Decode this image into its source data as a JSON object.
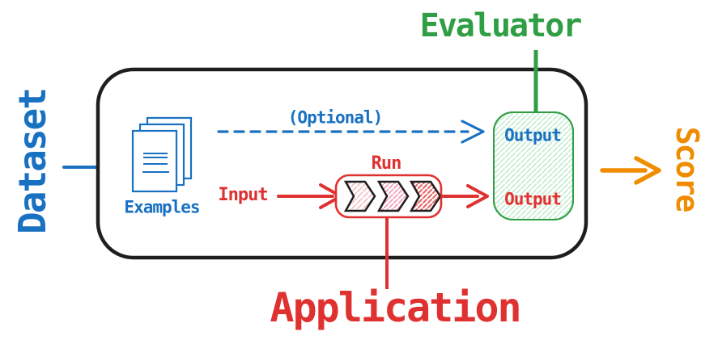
{
  "diagram": {
    "title_semantics": "evaluation-flow-diagram",
    "dataset_label": "Dataset",
    "evaluator_label": "Evaluator",
    "score_label": "Score",
    "application_label": "Application",
    "experiment_box": {
      "examples_label": "Examples",
      "optional_label": "(Optional)",
      "input_label": "Input",
      "run_label": "Run",
      "evaluator_box": {
        "reference_output_label": "Output",
        "run_output_label": "Output"
      }
    },
    "icons": {
      "examples": "stacked-documents-icon",
      "run_pipeline": "chevron-pipeline-icon"
    },
    "colors": {
      "dataset_blue": "#1971c2",
      "application_red": "#e03131",
      "evaluator_green": "#2f9e44",
      "score_orange": "#f08c00",
      "outline_black": "#1e1e1e",
      "green_hatch_fill": "#c5ecd0",
      "chevron_hatch_light": "#f6c2c5",
      "chevron_hatch_pink": "#f3a6c2",
      "chevron_hatch_red": "#ea6a6a"
    }
  }
}
